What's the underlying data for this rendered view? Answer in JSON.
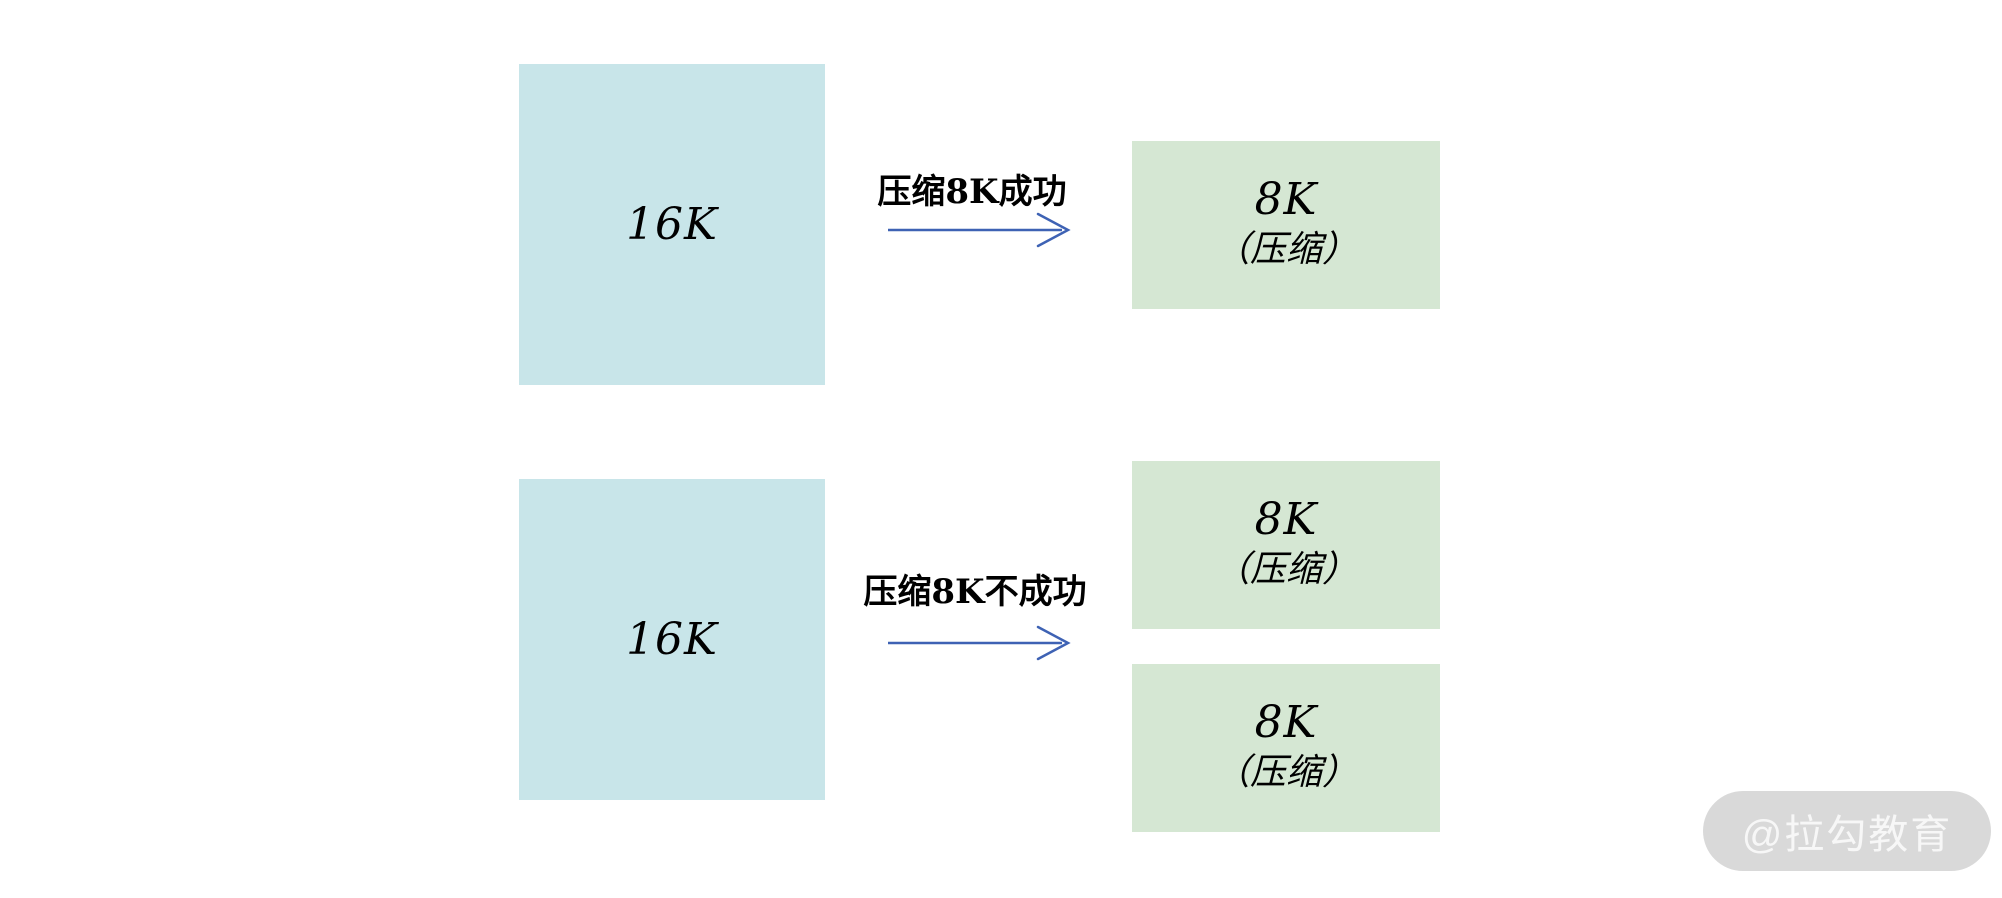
{
  "colors": {
    "source_box_fill": "#c8e5e9",
    "target_box_fill": "#d5e7d3",
    "arrow_stroke": "#3e62b4",
    "label_color": "#000000",
    "watermark_bg": "#d9d9d9",
    "watermark_text_color": "#f7f7f7",
    "page_bg": "#ffffff"
  },
  "scenarios": [
    {
      "id": "compress-success",
      "source_label": "16K",
      "arrow_label": "压缩8K成功",
      "targets": [
        {
          "size": "8K",
          "note": "（压缩）"
        }
      ]
    },
    {
      "id": "compress-failure",
      "source_label": "16K",
      "arrow_label": "压缩8K不成功",
      "targets": [
        {
          "size": "8K",
          "note": "（压缩）"
        },
        {
          "size": "8K",
          "note": "（压缩）"
        }
      ]
    }
  ],
  "watermark": {
    "text": "@拉勾教育"
  }
}
